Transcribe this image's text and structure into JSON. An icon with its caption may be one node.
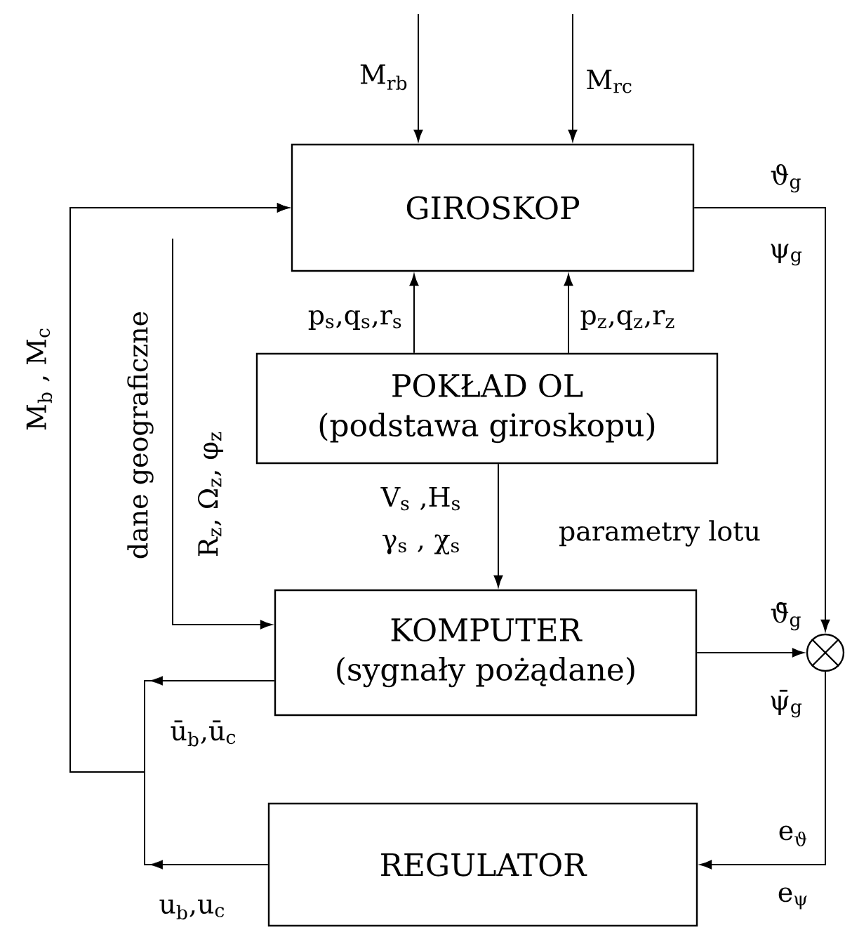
{
  "diagram": {
    "nodes": [
      {
        "text": [
          "GIROSKOP"
        ]
      },
      {
        "text": [
          "POKŁAD OL",
          "(podstawa giroskopu)"
        ]
      },
      {
        "text": [
          "KOMPUTER",
          "(sygnały pożądane)"
        ]
      },
      {
        "text": [
          "REGULATOR"
        ]
      },
      {
        "text": [],
        "shape": "circle"
      }
    ],
    "edges": [
      {
        "from": null,
        "to": 0,
        "arrow": "to",
        "label": "M$_{rb}$"
      },
      {
        "from": null,
        "to": 0,
        "arrow": "to",
        "label": "M$_{rc}$"
      },
      {
        "from": 1,
        "to": 0,
        "arrow": "to",
        "label": "p$_{s}$,q$_{s}$,r$_{s}$"
      },
      {
        "from": 1,
        "to": 0,
        "arrow": "to",
        "label": "p$_{z}$,q$_{z}$,r$_{z}$"
      },
      {
        "from": 1,
        "to": 2,
        "arrow": "to",
        "label": "V$_{s}$ ,H$_{s}$ γ$_{s}$ , χ$_{s}$"
      },
      {
        "from": null,
        "to": 2,
        "arrow": "to",
        "label": "dane geograficzne"
      },
      {
        "from": 0,
        "to": 4,
        "arrow": "to",
        "label": "ϑ$_{g}$ ψ$_{g}$"
      },
      {
        "from": 2,
        "to": 4,
        "arrow": "to",
        "label": "ϑ̄$_{g}$ ψ̄$_{g}$"
      },
      {
        "from": 4,
        "to": 3,
        "arrow": "to",
        "label": "e$_{ϑ}$ e$_{ψ}$"
      },
      {
        "from": 2,
        "to": 0,
        "arrow": "to",
        "label": "ū$_{b}$,ū$_{c}$"
      },
      {
        "from": 3,
        "to": 0,
        "arrow": "to",
        "label": "u$_{b}$,u$_{c}$"
      }
    ],
    "labels": [
      "parametry lotu",
      "M$_{b}$ , M$_{c}$",
      "R$_{z}$, Ω$_{z}$, φ$_{z}$"
    ]
  }
}
